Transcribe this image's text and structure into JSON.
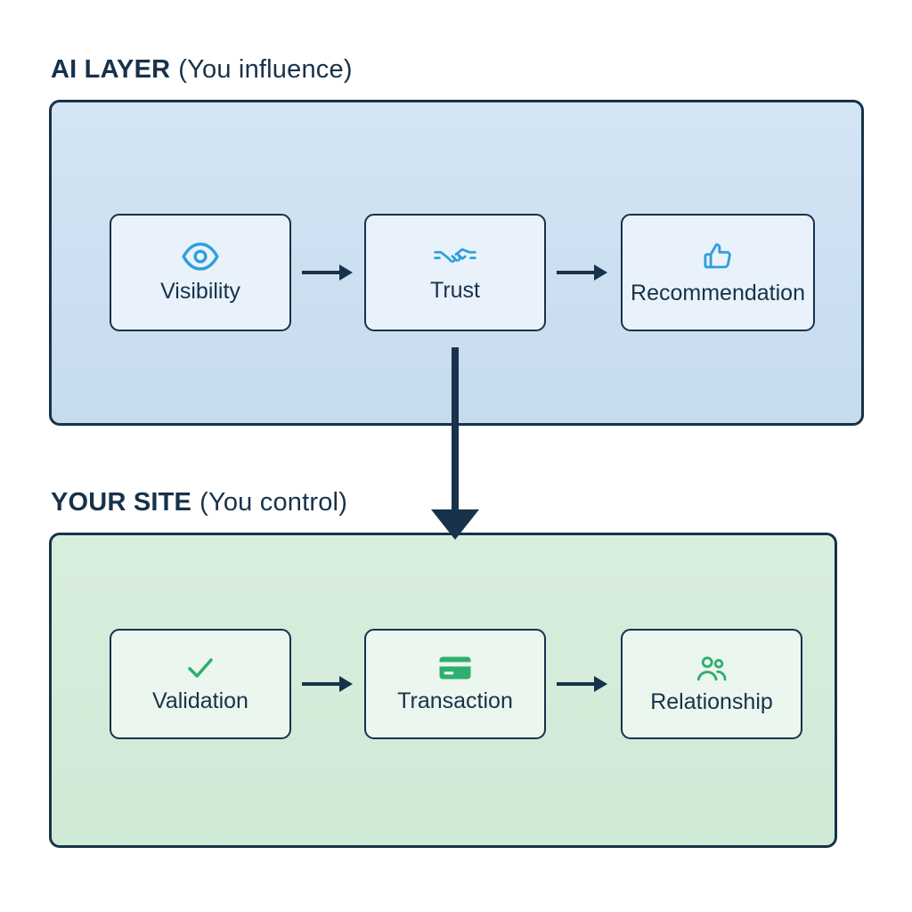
{
  "ai_layer": {
    "title_bold": "AI LAYER",
    "title_suffix": "(You influence)",
    "panel_color": "#cde0f1",
    "node_color": "#e9f2fa",
    "icon_color": "#2e9fdc",
    "nodes": [
      {
        "label": "Visibility",
        "icon": "eye-icon"
      },
      {
        "label": "Trust",
        "icon": "handshake-icon"
      },
      {
        "label": "Recommendation",
        "icon": "thumbs-up-icon"
      }
    ]
  },
  "your_site": {
    "title_bold": "YOUR SITE",
    "title_suffix": "(You control)",
    "panel_color": "#d6edda",
    "node_color": "#ebf6ee",
    "icon_color": "#2fae6f",
    "nodes": [
      {
        "label": "Validation",
        "icon": "check-icon"
      },
      {
        "label": "Transaction",
        "icon": "credit-card-icon"
      },
      {
        "label": "Relationship",
        "icon": "people-icon"
      }
    ]
  },
  "colors": {
    "outline": "#17324a",
    "blue_accent": "#2e9fdc",
    "green_accent": "#2fae6f",
    "background": "#ffffff"
  },
  "icons": {
    "eye-icon": "◉",
    "handshake-icon": "🤝",
    "thumbs-up-icon": "👍",
    "check-icon": "✓",
    "credit-card-icon": "▭",
    "people-icon": "👥",
    "arrow-right-icon": "→",
    "arrow-down-icon": "↓"
  }
}
